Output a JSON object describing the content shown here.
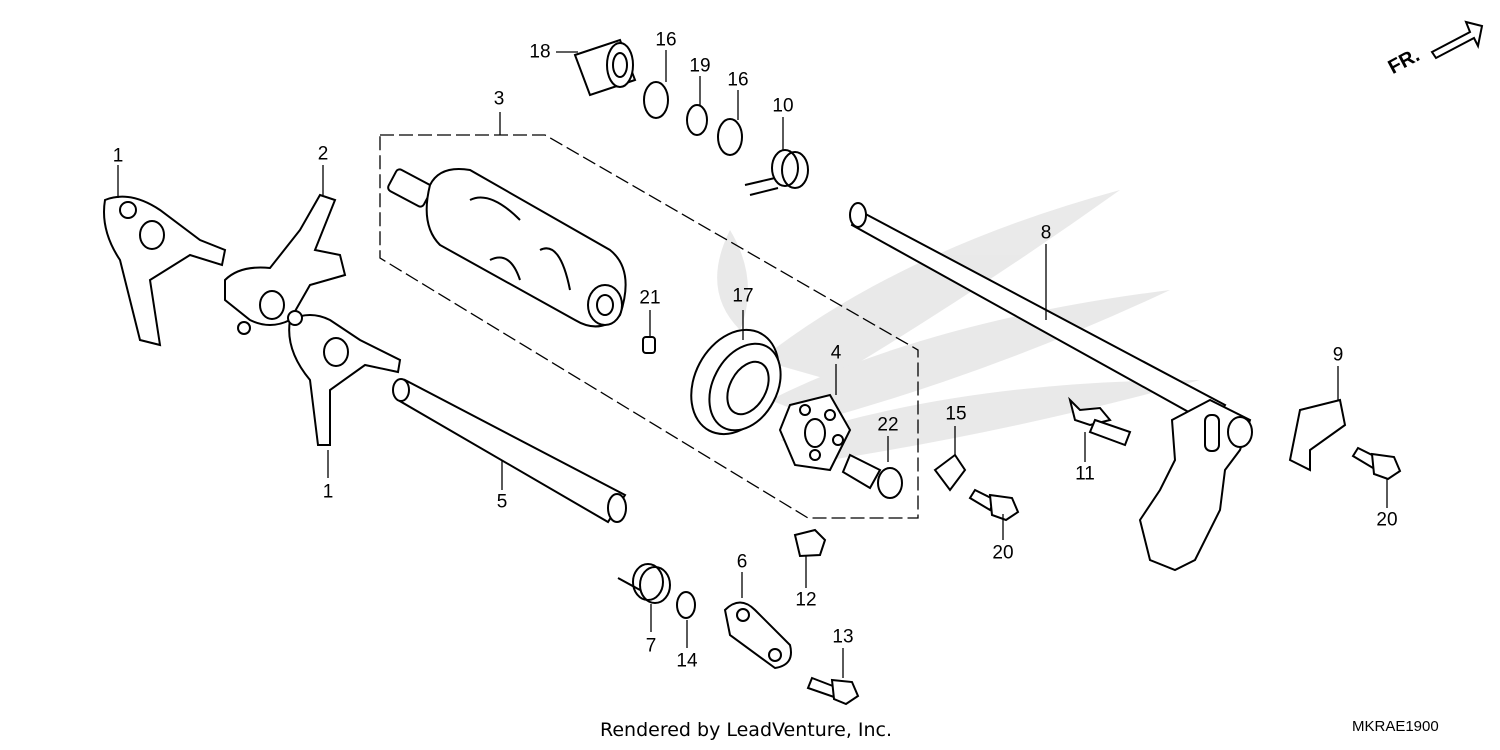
{
  "diagram": {
    "direction_label": "FR.",
    "callouts": [
      "1",
      "2",
      "1",
      "3",
      "18",
      "16",
      "19",
      "16",
      "10",
      "21",
      "17",
      "4",
      "22",
      "8",
      "5",
      "15",
      "20",
      "11",
      "9",
      "20",
      "6",
      "7",
      "14",
      "12",
      "13"
    ],
    "footer": "Rendered by LeadVenture, Inc.",
    "diagram_code": "MKRAE1900",
    "watermark": "LEADVENTURE"
  }
}
